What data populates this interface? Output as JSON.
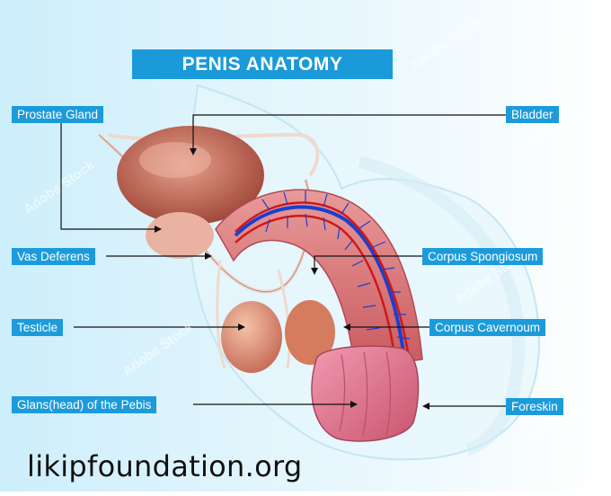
{
  "title": "PENIS ANATOMY",
  "labels": {
    "prostate_gland": "Prostate Gland",
    "bladder": "Bladder",
    "vas_deferens": "Vas Deferens",
    "corpus_spongiosum": "Corpus Spongiosum",
    "testicle": "Testicle",
    "corpus_cavernoum": "Corpus Cavernoum",
    "glans": "Glans(head) of the Pebis",
    "foreskin": "Foreskin"
  },
  "footer": "likipfoundation.org",
  "colors": {
    "label_bg": "#1c9bdb",
    "title_bg": "#1a9ad8",
    "background": "#d9f1fb",
    "tissue": "#e58a8a",
    "vein": "#1a3fcf",
    "artery": "#d01818"
  }
}
